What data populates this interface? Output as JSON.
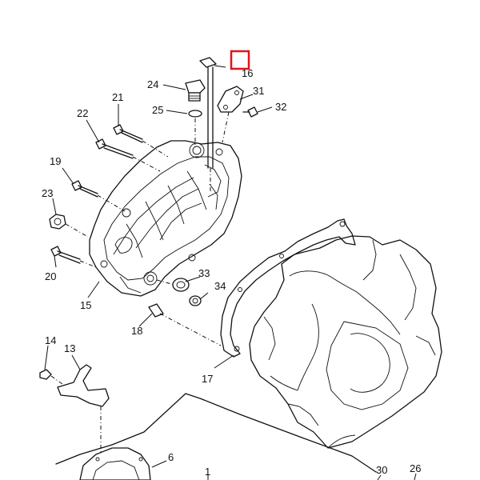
{
  "diagram": {
    "labels": {
      "p1": "1",
      "p6": "6",
      "p13": "13",
      "p14": "14",
      "p15": "15",
      "p16": "16",
      "p17": "17",
      "p18": "18",
      "p19": "19",
      "p20": "20",
      "p21": "21",
      "p22": "22",
      "p23": "23",
      "p24": "24",
      "p25": "25",
      "p26": "26",
      "p30": "30",
      "p31": "31",
      "p32": "32",
      "p33": "33",
      "p34": "34"
    },
    "highlight_color": "#e0161b"
  }
}
